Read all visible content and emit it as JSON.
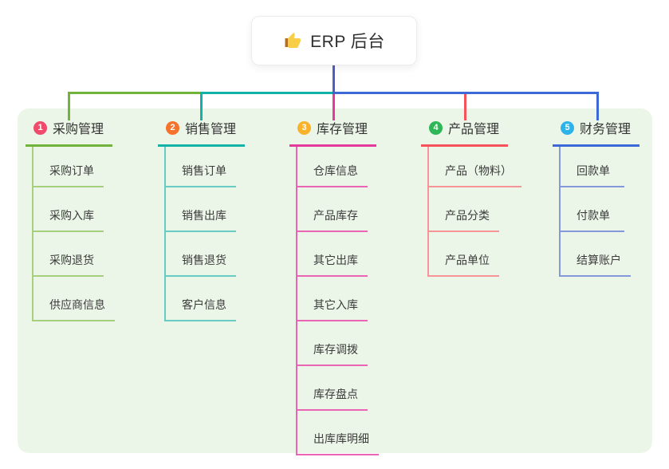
{
  "root": {
    "label": "ERP 后台",
    "icon": "thumbs-up"
  },
  "canvas": {
    "background": "#ffffff",
    "panel_background": "#ecf6e8",
    "root_line_color": "#4d5ec9"
  },
  "branches": [
    {
      "num": "1",
      "label": "采购管理",
      "badge_color": "#f14b6c",
      "line_color": "#72b33c",
      "child_line_color": "#a6cf7e",
      "children": [
        "采购订单",
        "采购入库",
        "采购退货",
        "供应商信息"
      ]
    },
    {
      "num": "2",
      "label": "销售管理",
      "badge_color": "#f6732b",
      "line_color": "#13b2a6",
      "child_line_color": "#66ccc4",
      "children": [
        "销售订单",
        "销售出库",
        "销售退货",
        "客户信息"
      ]
    },
    {
      "num": "3",
      "label": "库存管理",
      "badge_color": "#f8b32a",
      "line_color": "#e53a9b",
      "child_line_color": "#ec64b4",
      "children": [
        "仓库信息",
        "产品库存",
        "其它出库",
        "其它入库",
        "库存调拨",
        "库存盘点",
        "出库库明细"
      ]
    },
    {
      "num": "4",
      "label": "产品管理",
      "badge_color": "#2fb757",
      "line_color": "#f5525b",
      "child_line_color": "#f79498",
      "children": [
        "产品（物料）",
        "产品分类",
        "产品单位"
      ]
    },
    {
      "num": "5",
      "label": "财务管理",
      "badge_color": "#2eb2ea",
      "line_color": "#3d68d8",
      "child_line_color": "#8399dc",
      "children": [
        "回款单",
        "付款单",
        "结算账户"
      ]
    }
  ]
}
